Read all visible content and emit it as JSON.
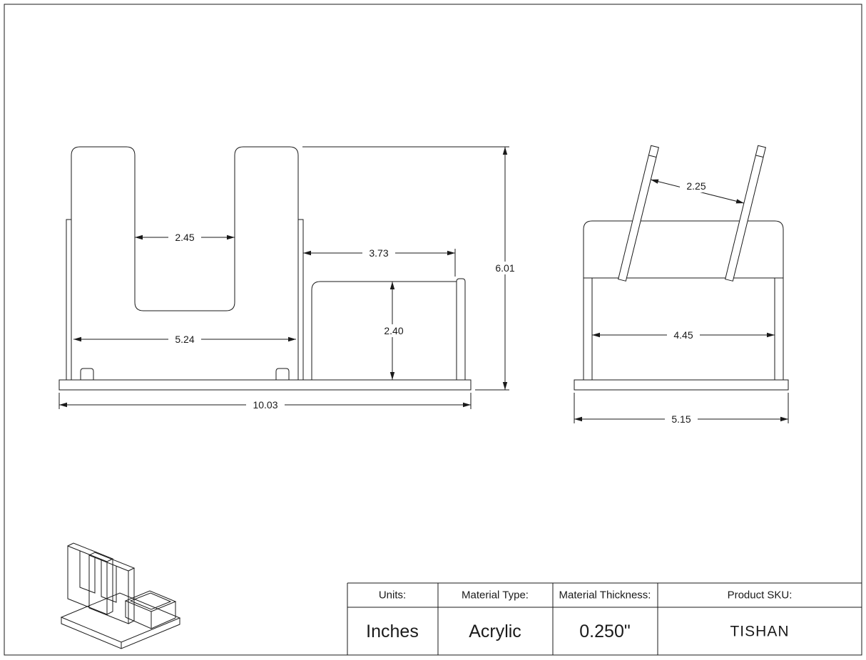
{
  "dimensions": {
    "front": {
      "cutout_width": "2.45",
      "shelf_width": "3.73",
      "total_height": "6.01",
      "inner_width": "5.24",
      "shelf_height": "2.40",
      "overall_width": "10.03"
    },
    "side": {
      "pen_gap": "2.25",
      "inner_width": "4.45",
      "overall_width": "5.15"
    }
  },
  "title_block": {
    "units_label": "Units:",
    "units_value": "Inches",
    "material_type_label": "Material Type:",
    "material_type_value": "Acrylic",
    "material_thickness_label": "Material Thickness:",
    "material_thickness_value": "0.250\"",
    "product_sku_label": "Product SKU:",
    "product_sku_value": "TISHAN"
  },
  "colors": {
    "line": "#1a1a1a",
    "background": "#ffffff"
  }
}
